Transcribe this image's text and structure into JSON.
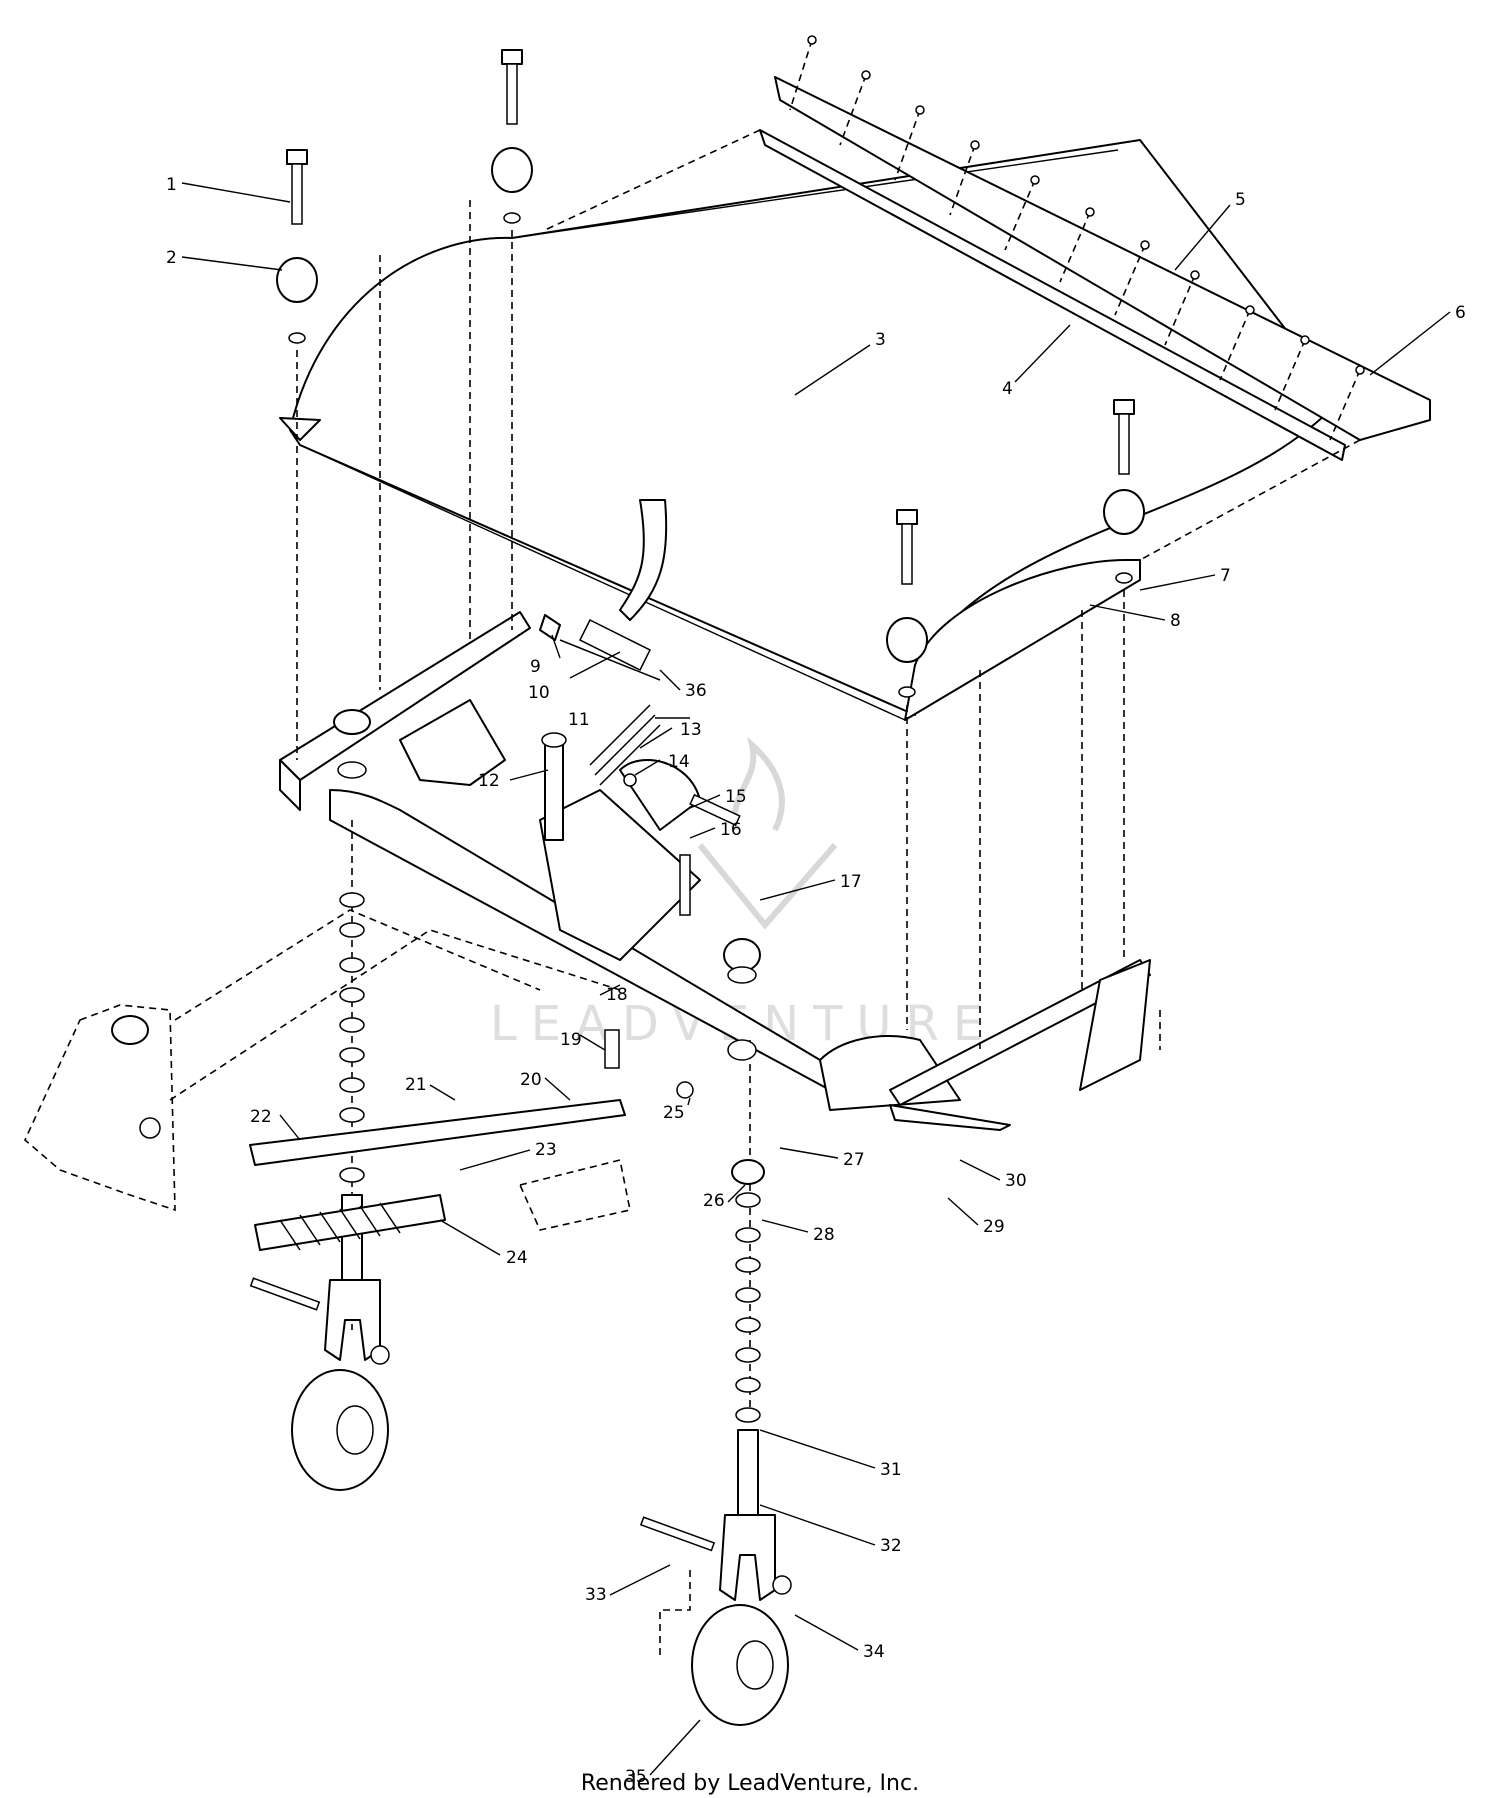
{
  "callouts": [
    "1",
    "2",
    "3",
    "4",
    "5",
    "6",
    "7",
    "8",
    "9",
    "10",
    "11",
    "12",
    "13",
    "14",
    "15",
    "16",
    "17",
    "18",
    "19",
    "20",
    "21",
    "22",
    "23",
    "24",
    "25",
    "26",
    "27",
    "28",
    "29",
    "30",
    "31",
    "32",
    "33",
    "34",
    "35",
    "36"
  ],
  "watermark": "LEADVENTURE",
  "footer": "Rendered by LeadVenture, Inc."
}
